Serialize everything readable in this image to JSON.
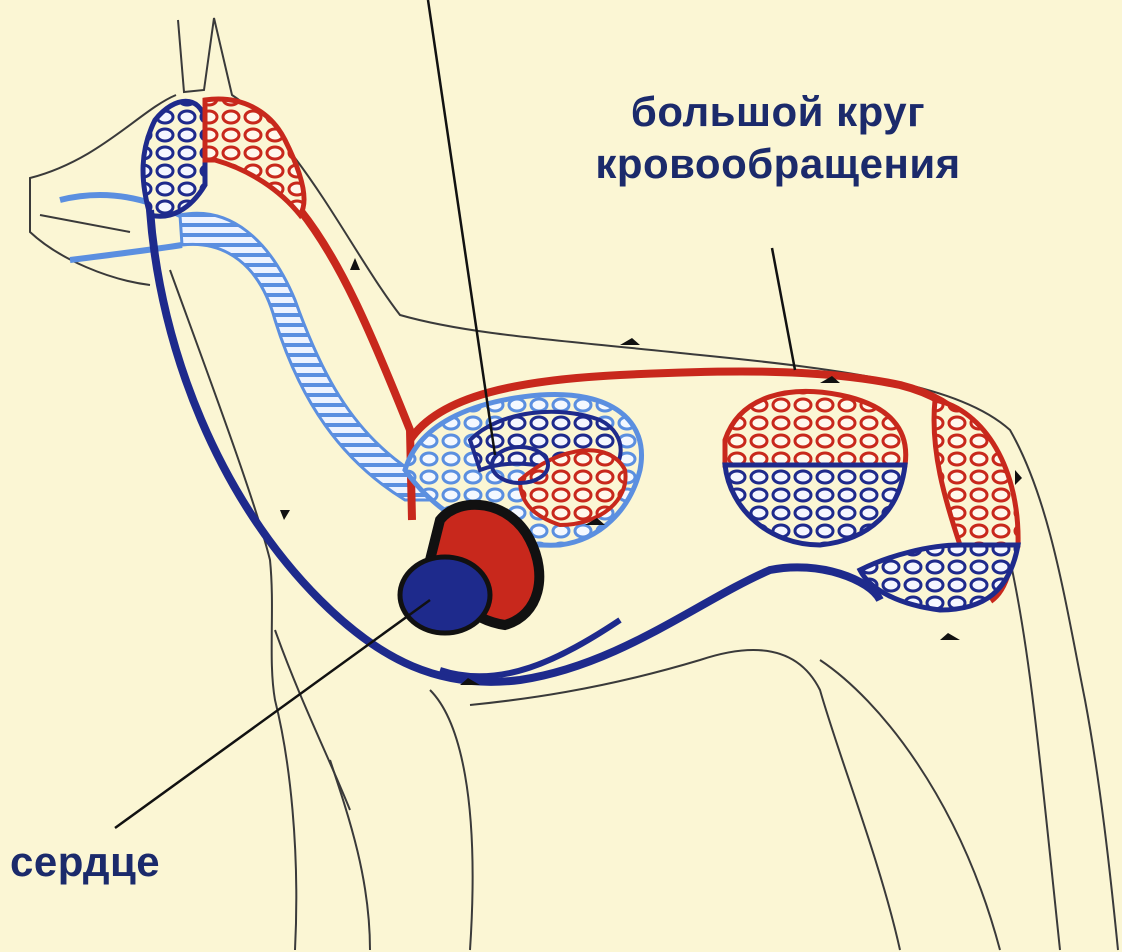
{
  "labels": {
    "systemic_circulation_line1": "большой круг",
    "systemic_circulation_line2": "кровообращения",
    "heart": "сердце"
  },
  "colors": {
    "background": "#fbf6d4",
    "outline": "#3a3a3a",
    "artery_red": "#c8281c",
    "vein_dark_blue": "#1e2a8c",
    "vein_light_blue": "#5b8fe0",
    "label_text": "#1b2a6b"
  }
}
